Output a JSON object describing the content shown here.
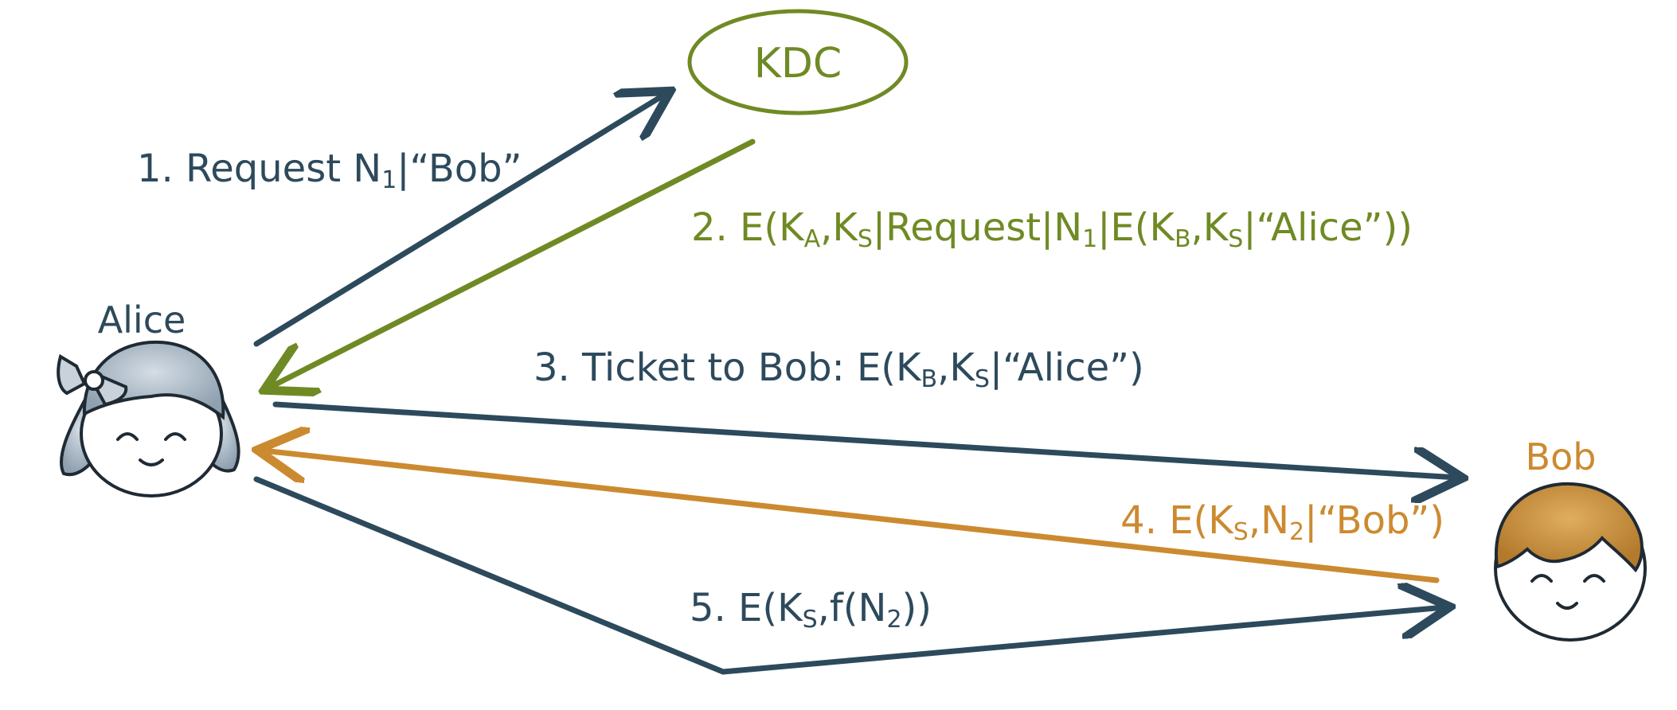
{
  "colors": {
    "navy": "#2d4a5c",
    "green": "#6f8a24",
    "orange": "#cc8a30",
    "hair_blue": "#a9b6c3",
    "hair_brown": "#c8913f",
    "ink": "#1f2a33"
  },
  "kdc": {
    "label": "KDC"
  },
  "alice": {
    "name": "Alice",
    "icon": "alice-face-icon"
  },
  "bob": {
    "name": "Bob",
    "icon": "bob-face-icon"
  },
  "messages": {
    "m1": {
      "prefix": "1. Request N",
      "sub1": "1",
      "suffix": "|“Bob”"
    },
    "m2": {
      "p1": "2. E(K",
      "s1": "A",
      "p2": ",K",
      "s2": "S",
      "p3": "|Request|N",
      "s3": "1",
      "p4": "|E(K",
      "s4": "B",
      "p5": ",K",
      "s5": "S",
      "p6": "|“Alice”))"
    },
    "m3": {
      "p1": "3. Ticket to Bob: E(K",
      "s1": "B",
      "p2": ",K",
      "s2": "S",
      "p3": "|“Alice”)"
    },
    "m4": {
      "p1": "4. E(K",
      "s1": "S",
      "p2": ",N",
      "s2": "2",
      "p3": "|“Bob”)"
    },
    "m5": {
      "p1": "5. E(K",
      "s1": "S",
      "p2": ",f(N",
      "s2": "2",
      "p3": "))"
    }
  }
}
